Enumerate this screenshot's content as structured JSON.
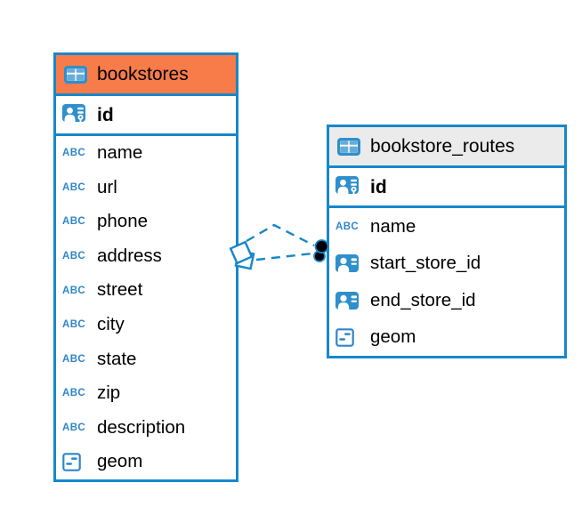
{
  "colors": {
    "table_border": "#1787CB",
    "connector": "#1787CB",
    "icon_blue": "#2E8FCC",
    "icon_cell": "#66ACD9",
    "type_blue": "#2E86C8",
    "endpoint_fill": "#000000",
    "bookstores_header": "#F87B4A",
    "routes_header": "#EBEBEB"
  },
  "icons": {
    "text_type_label": "ABC"
  },
  "tables": [
    {
      "name": "bookstores",
      "header_color": "#F87B4A",
      "columns": [
        {
          "name": "id",
          "type": "primary-key"
        },
        {
          "name": "name",
          "type": "text"
        },
        {
          "name": "url",
          "type": "text"
        },
        {
          "name": "phone",
          "type": "text"
        },
        {
          "name": "address",
          "type": "text"
        },
        {
          "name": "street",
          "type": "text"
        },
        {
          "name": "city",
          "type": "text"
        },
        {
          "name": "state",
          "type": "text"
        },
        {
          "name": "zip",
          "type": "text"
        },
        {
          "name": "description",
          "type": "text"
        },
        {
          "name": "geom",
          "type": "geometry"
        }
      ]
    },
    {
      "name": "bookstore_routes",
      "header_color": "#EBEBEB",
      "columns": [
        {
          "name": "id",
          "type": "primary-key"
        },
        {
          "name": "name",
          "type": "text"
        },
        {
          "name": "start_store_id",
          "type": "foreign-key"
        },
        {
          "name": "end_store_id",
          "type": "foreign-key"
        },
        {
          "name": "geom",
          "type": "geometry"
        }
      ]
    }
  ],
  "relationships": [
    {
      "from_table": "bookstore_routes",
      "to_table": "bookstores",
      "line_style": "dashed"
    },
    {
      "from_table": "bookstore_routes",
      "to_table": "bookstores",
      "line_style": "dashed"
    }
  ]
}
